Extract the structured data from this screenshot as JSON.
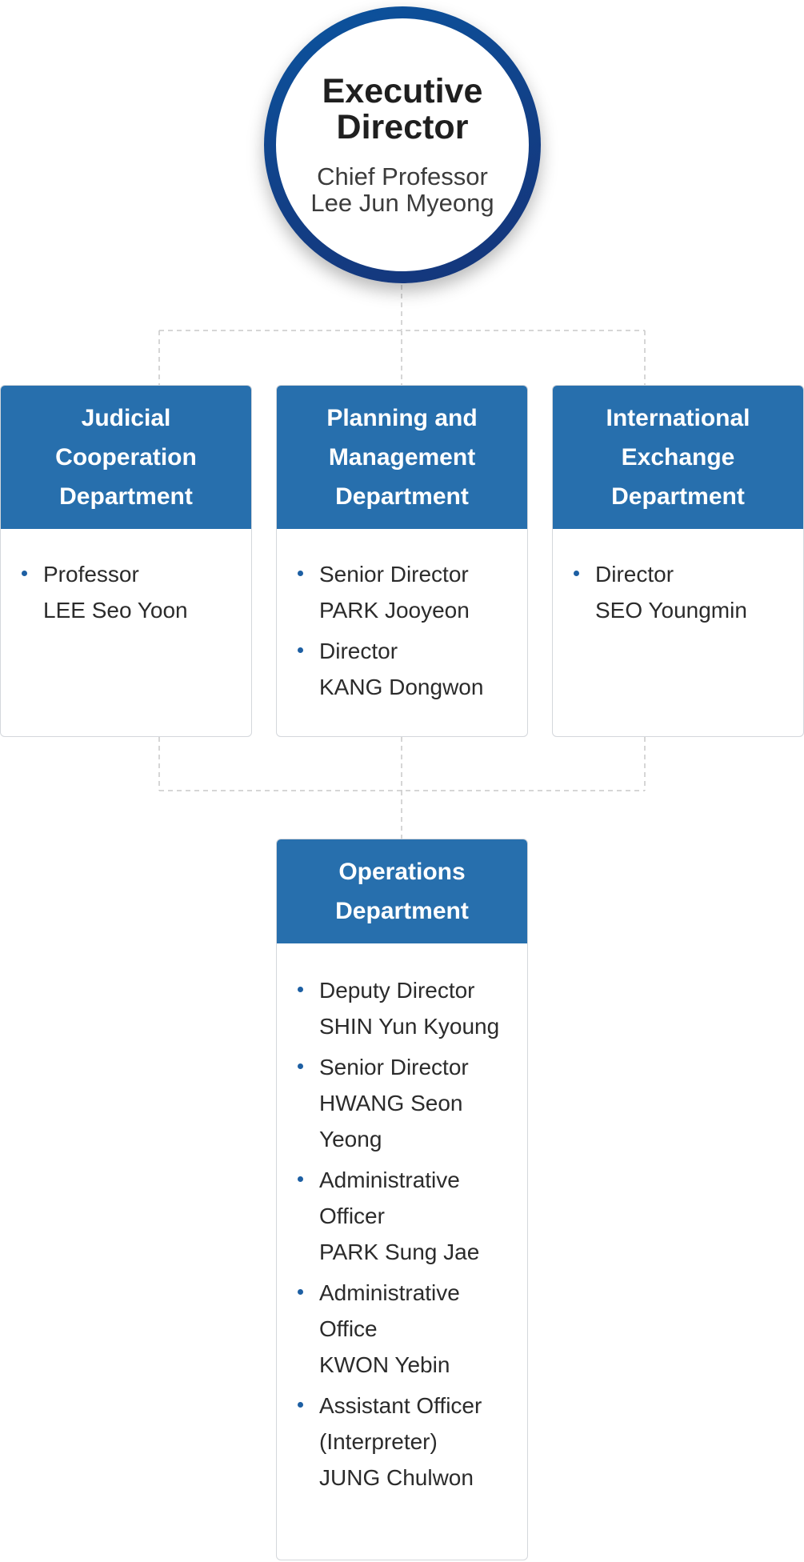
{
  "executive": {
    "title": "Executive Director",
    "role": "Chief Professor",
    "name": "Lee Jun Myeong"
  },
  "departments": [
    {
      "title": "Judicial Cooperation Department",
      "members": [
        {
          "role": "Professor",
          "name": "LEE Seo Yoon"
        }
      ]
    },
    {
      "title": "Planning and Management Department",
      "members": [
        {
          "role": "Senior Director",
          "name": "PARK Jooyeon"
        },
        {
          "role": "Director",
          "name": "KANG Dongwon"
        }
      ]
    },
    {
      "title": "International Exchange Department",
      "members": [
        {
          "role": "Director",
          "name": "SEO Youngmin"
        }
      ]
    },
    {
      "title": "Operations Department",
      "members": [
        {
          "role": "Deputy Director",
          "name": "SHIN Yun Kyoung"
        },
        {
          "role": "Senior Director",
          "name": "HWANG Seon Yeong"
        },
        {
          "role": "Administrative Officer",
          "name": "PARK Sung Jae"
        },
        {
          "role": "Administrative Office",
          "name": "KWON Yebin"
        },
        {
          "role": "Assistant Officer (Interpreter)",
          "name": "JUNG Chulwon"
        }
      ]
    }
  ],
  "colors": {
    "header_blue": "#276fad",
    "circle_ring": "#123f86",
    "bullet": "#1d5fa3",
    "connector": "#c9c9c9"
  }
}
